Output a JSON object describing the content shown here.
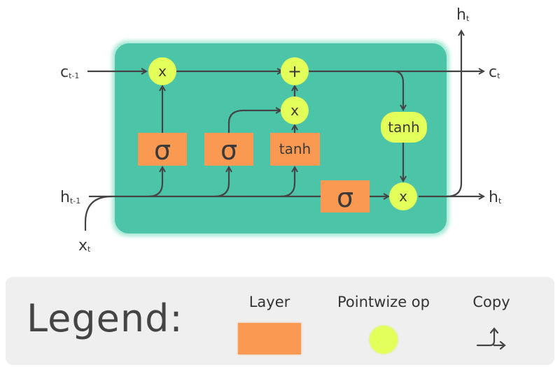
{
  "inputs": {
    "c_prev": "c",
    "c_prev_sub": "t-1",
    "h_prev": "h",
    "h_prev_sub": "t-1",
    "x": "x",
    "x_sub": "t"
  },
  "outputs": {
    "c": "c",
    "c_sub": "t",
    "h_right": "h",
    "h_right_sub": "t",
    "h_top": "h",
    "h_top_sub": "t"
  },
  "layers": {
    "forget": "σ",
    "input": "σ",
    "candidate": "tanh",
    "output": "σ"
  },
  "ops": {
    "forget_mult": "x",
    "add": "+",
    "input_mult": "x",
    "tanh": "tanh",
    "output_mult": "x"
  },
  "legend": {
    "title": "Legend:",
    "layer_label": "Layer",
    "pointwise_label": "Pointwize op",
    "copy_label": "Copy"
  },
  "colors": {
    "cell": "#4cc4a8",
    "layer": "#fa9a52",
    "pointwise": "#e3ff5a",
    "line": "#444444"
  }
}
